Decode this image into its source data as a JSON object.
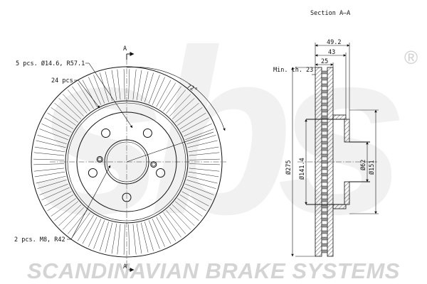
{
  "brand": {
    "watermark_letters": "sbs",
    "registered_symbol": "®",
    "footer_text": "SCANDINAVIAN BRAKE SYSTEMS"
  },
  "front_view": {
    "section_marker_top": "A",
    "section_marker_bottom": "A",
    "bolt_holes_callout": "5 pcs. Ø14.6, R57.1",
    "vents_callout": "24 pcs.",
    "threaded_holes_callout": "2 pcs. M8, R42",
    "angle_label": "72°",
    "vent_count": 24,
    "bolt_hole_count": 5,
    "threaded_hole_count": 2
  },
  "section_view": {
    "title": "Section A–A",
    "min_thickness_label": "Min. th. 23",
    "dimensions": {
      "width_overall": "49.2",
      "width_hat": "43",
      "width_disc": "25",
      "diameter_outer": "Ø275",
      "diameter_hat": "Ø141.4",
      "diameter_center": "Ø62",
      "diameter_bolt_area": "Ø151"
    }
  }
}
